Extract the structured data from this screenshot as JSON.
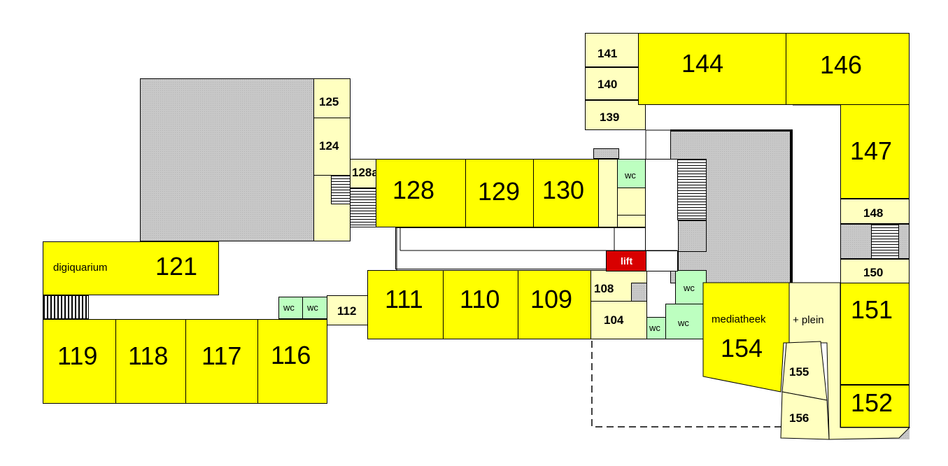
{
  "rooms": {
    "r141": "141",
    "r140": "140",
    "r139": "139",
    "r144": "144",
    "r146": "146",
    "r147": "147",
    "r148": "148",
    "r150": "150",
    "r151": "151",
    "r152": "152",
    "r125": "125",
    "r124": "124",
    "r128a": "128a",
    "r128": "128",
    "r129": "129",
    "r130": "130",
    "r121": "121",
    "r111": "111",
    "r110": "110",
    "r109": "109",
    "r108": "108",
    "r104": "104",
    "r112": "112",
    "r119": "119",
    "r118": "118",
    "r117": "117",
    "r116": "116",
    "r154": "154",
    "r155": "155",
    "r156": "156"
  },
  "labels": {
    "digiquarium": "digiquarium",
    "mediatheek": "mediatheek",
    "plein": "+ plein",
    "lift": "lift",
    "wc": "wc"
  },
  "colors": {
    "classroom": "#ffff00",
    "small_room": "#ffffc0",
    "toilet": "#bdffc0",
    "open_area": "#c8c8c8",
    "lift": "#d80000"
  }
}
